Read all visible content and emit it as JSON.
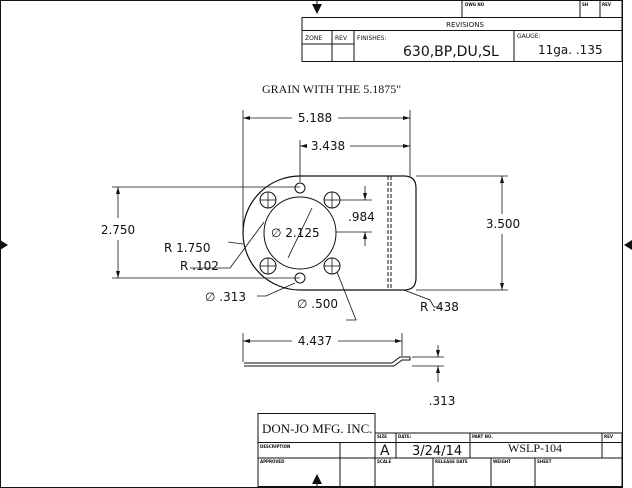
{
  "revision_block": {
    "dwg_no_label": "DWG NO",
    "sh_label": "SH",
    "rev_label": "REV",
    "revisions_title": "REVISIONS",
    "zone_label": "ZONE",
    "rev_col_label": "REV",
    "finishes_label": "FINISHES:",
    "finishes_value": "630,BP,DU,SL",
    "gauge_label": "GAUGE:",
    "gauge_value": "11ga. .135"
  },
  "drawing": {
    "note": "GRAIN WITH THE 5.1875\"",
    "dims": {
      "overall_width": "5.188",
      "flat_width": "3.438",
      "hole_spacing_v": "2.750",
      "height": "3.500",
      "slot_spacing": ".984",
      "center_hole": "∅ 2.125",
      "big_radius": "R 1.750",
      "notch_radius": "R .102",
      "small_hole": "∅ .313",
      "large_hole": "∅ .500",
      "corner_radius": "R .438",
      "side_length": "4.437",
      "offset": ".313"
    }
  },
  "title_block": {
    "company": "DON-JO MFG. INC.",
    "description_label": "DESCRIPTION",
    "approved_label": "APPROVED",
    "size_label": "SIZE",
    "size_value": "A",
    "date_label": "DATE:",
    "date_value": "3/24/14",
    "part_no_label": "PART NO.",
    "part_no_value": "WSLP-104",
    "rev_label": "REV",
    "scale_label": "SCALE",
    "release_date_label": "RELEASE DATE",
    "weight_label": "WEIGHT",
    "sheet_label": "SHEET"
  }
}
